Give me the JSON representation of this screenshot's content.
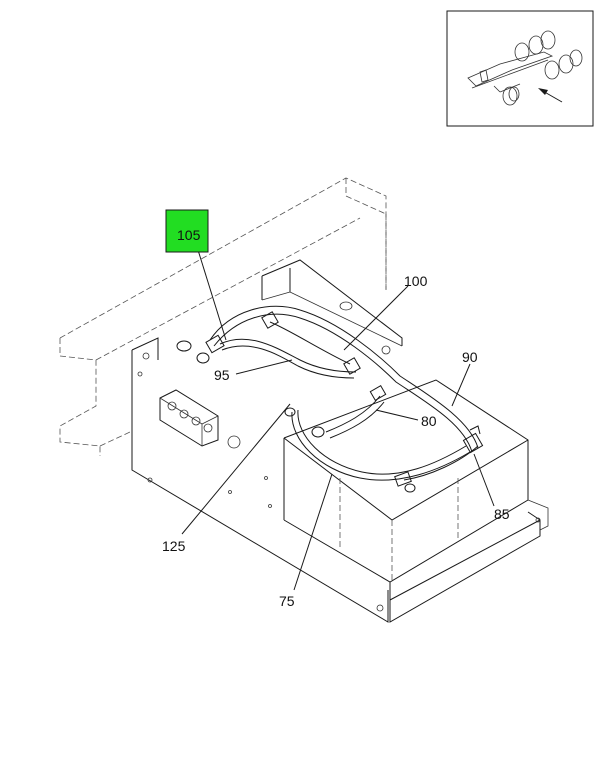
{
  "callouts": [
    {
      "id": "105",
      "label": "105",
      "highlighted": true
    },
    {
      "id": "100",
      "label": "100"
    },
    {
      "id": "90",
      "label": "90"
    },
    {
      "id": "95",
      "label": "95"
    },
    {
      "id": "80",
      "label": "80"
    },
    {
      "id": "85",
      "label": "85"
    },
    {
      "id": "125",
      "label": "125"
    },
    {
      "id": "75",
      "label": "75"
    }
  ],
  "colors": {
    "highlight": "#22dd22",
    "ink": "#1a1a1a"
  }
}
